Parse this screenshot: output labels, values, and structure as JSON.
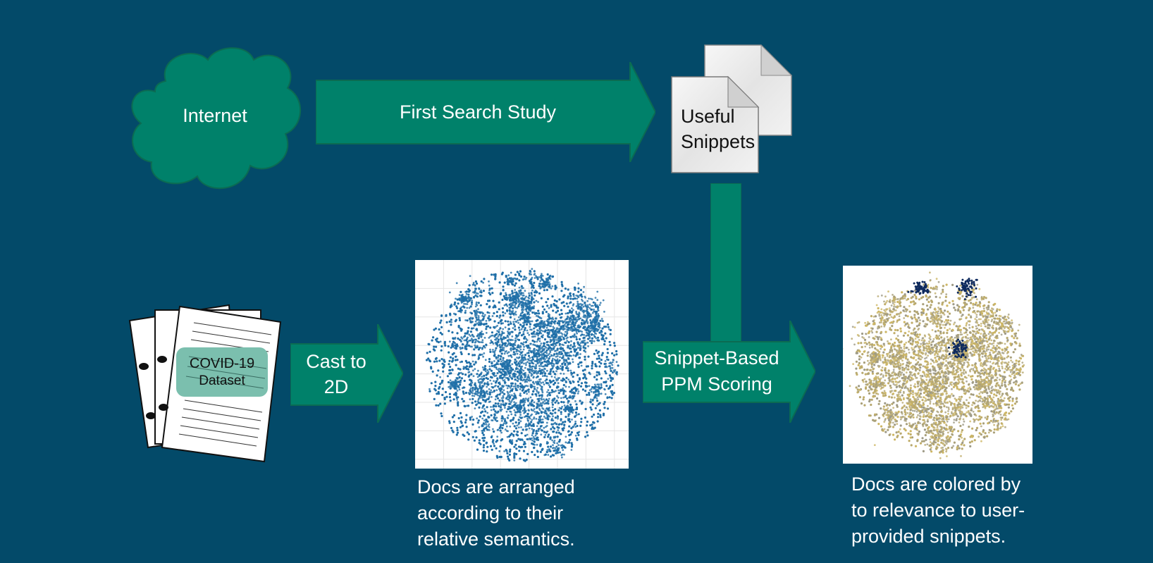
{
  "slide": {
    "background_color": "#034a69",
    "accent_color": "#00816a"
  },
  "internet": {
    "label": "Internet"
  },
  "first_search": {
    "label": "First Search Study"
  },
  "snippets": {
    "line1": "Useful",
    "line2": "Snippets"
  },
  "dataset": {
    "line1": "COVID-19",
    "line2": "Dataset"
  },
  "cast": {
    "line1": "Cast to",
    "line2": "2D"
  },
  "scoring": {
    "line1": "Snippet-Based",
    "line2": "PPM Scoring"
  },
  "plot_semantic": {
    "caption": [
      "Docs are arranged",
      "according to their",
      "relative semantics."
    ],
    "point_color": "#1f6fa8"
  },
  "plot_relevance": {
    "caption": [
      "Docs are colored by",
      "to relevance to user-",
      "provided snippets."
    ],
    "low_color": "#c1ae6a",
    "high_color": "#0e2a5e"
  }
}
